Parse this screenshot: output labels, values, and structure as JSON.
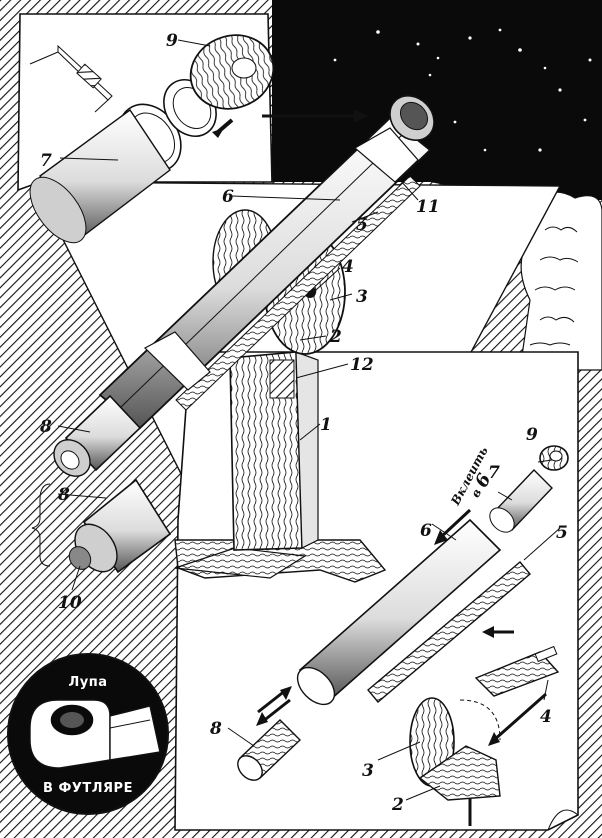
{
  "labels": {
    "tube_main": "6",
    "rail": "5",
    "pivot": "4",
    "side_disk": "3",
    "clamp": "2",
    "stand_post": "1",
    "spring": "12",
    "band": "11",
    "lens_cap": "9",
    "outer_tube": "7",
    "eyepiece_tube": "8",
    "eyepiece_tube_alt": "8",
    "eyepiece_lens": "10",
    "part_9": "9",
    "part_7": "7",
    "part_6": "6",
    "part_5": "5",
    "part_4": "4",
    "part_3": "3",
    "part_2": "2",
    "part_8": "8"
  },
  "annotations": {
    "glue_word": "Вклеить",
    "glue_into": "в",
    "glue_target": "6"
  },
  "loupe": {
    "title": "Лупа",
    "caption": "В ФУТЛЯРЕ"
  },
  "colors": {
    "ink": "#111111",
    "paper": "#ffffff",
    "night": "#0a0a0a"
  }
}
